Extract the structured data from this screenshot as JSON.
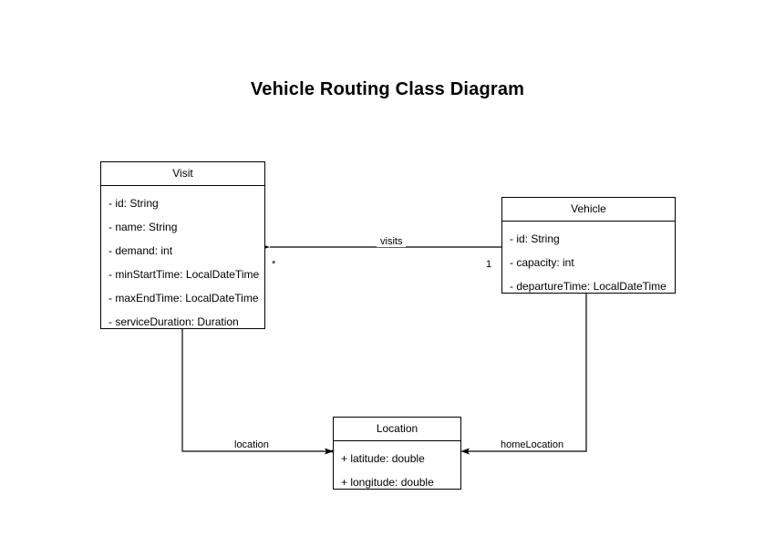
{
  "diagram": {
    "title": "Vehicle Routing Class Diagram",
    "type": "uml-class-diagram",
    "background_color": "#ffffff",
    "line_color": "#000000",
    "text_color": "#000000"
  },
  "classes": [
    {
      "name": "Visit",
      "attributes": [
        "- id: String",
        "- name: String",
        "- demand: int",
        "- minStartTime: LocalDateTime",
        "- maxEndTime: LocalDateTime",
        "- serviceDuration: Duration"
      ]
    },
    {
      "name": "Vehicle",
      "attributes": [
        "- id: String",
        "- capacity: int",
        "- departureTime: LocalDateTime"
      ]
    },
    {
      "name": "Location",
      "attributes": [
        "+ latitude: double",
        "+ longitude: double"
      ]
    }
  ],
  "relationships": [
    {
      "label": "visits",
      "source": "Vehicle",
      "target": "Visit",
      "source_multiplicity": "1",
      "target_multiplicity": "*"
    },
    {
      "label": "location",
      "source": "Visit",
      "target": "Location",
      "source_multiplicity": "",
      "target_multiplicity": ""
    },
    {
      "label": "homeLocation",
      "source": "Vehicle",
      "target": "Location",
      "source_multiplicity": "",
      "target_multiplicity": ""
    }
  ]
}
